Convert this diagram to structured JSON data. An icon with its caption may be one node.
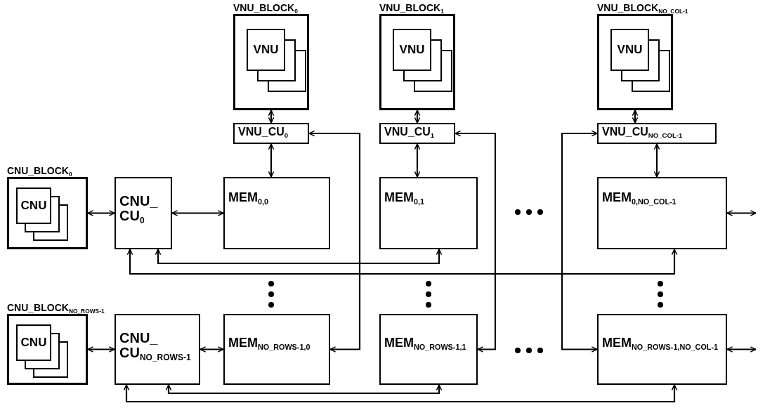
{
  "diagram": {
    "nodes": [
      {
        "text": [
          "VNU_BLOCK$_{0}$"
        ]
      },
      {
        "text": [
          "VNU"
        ],
        "in": 0
      },
      {
        "text": [
          "VNU_BLOCK$_{1}$"
        ]
      },
      {
        "text": [
          "VNU"
        ],
        "in": 2
      },
      {
        "text": [
          "VNU_BLOCK$_{NO_COL-1}$"
        ]
      },
      {
        "text": [
          "VNU"
        ],
        "in": 4
      },
      {
        "text": [
          "VNU_CU$_{0}$"
        ]
      },
      {
        "text": [
          "VNU_CU$_{1}$"
        ]
      },
      {
        "text": [
          "VNU_CU$_{NO_COL-1}$"
        ]
      },
      {
        "text": [
          "CNU_BLOCK$_{0}$"
        ]
      },
      {
        "text": [
          "CNU"
        ],
        "in": 9
      },
      {
        "text": [
          "CNU_ CU$_{0}$"
        ]
      },
      {
        "text": [
          "MEM$_{0,0}$"
        ]
      },
      {
        "text": [
          "MEM$_{0,1}$"
        ]
      },
      {
        "text": [
          "MEM$_{0,NO_COL-1}$"
        ]
      },
      {
        "text": [
          "CNU_BLOCK$_{NO_ROWS-1}$"
        ]
      },
      {
        "text": [
          "CNU"
        ],
        "in": 15
      },
      {
        "text": [
          "CNU_ CU$_{NO_ROWS-1}$"
        ]
      },
      {
        "text": [
          "MEM$_{NO_ROWS-1,0}$"
        ]
      },
      {
        "text": [
          "MEM$_{NO_ROWS-1,1}$"
        ]
      },
      {
        "text": [
          "MEM$_{NO_ROWS-1,NO_COL-1}$"
        ]
      }
    ],
    "edges": [
      {
        "from": 0,
        "to": 6,
        "arrow": "both"
      },
      {
        "from": 2,
        "to": 7,
        "arrow": "both"
      },
      {
        "from": 4,
        "to": 8,
        "arrow": "both"
      },
      {
        "from": 9,
        "to": 11,
        "arrow": "both"
      },
      {
        "from": 6,
        "to": 12,
        "arrow": "both"
      },
      {
        "from": 7,
        "to": 13,
        "arrow": "both"
      },
      {
        "from": 8,
        "to": 14,
        "arrow": "both"
      },
      {
        "from": 11,
        "to": 12,
        "arrow": "both"
      },
      {
        "from": 11,
        "to": 13,
        "arrow": "both"
      },
      {
        "from": 11,
        "to": 14,
        "arrow": "both"
      },
      {
        "from": 14,
        "to": null,
        "arrow": "both"
      },
      {
        "from": 15,
        "to": 17,
        "arrow": "both"
      },
      {
        "from": 6,
        "to": 18,
        "arrow": "both"
      },
      {
        "from": 7,
        "to": 19,
        "arrow": "both"
      },
      {
        "from": 8,
        "to": 20,
        "arrow": "both"
      },
      {
        "from": 17,
        "to": 18,
        "arrow": "both"
      },
      {
        "from": 17,
        "to": 19,
        "arrow": "both"
      },
      {
        "from": 17,
        "to": 20,
        "arrow": "both"
      },
      {
        "from": 20,
        "to": null,
        "arrow": "both"
      }
    ]
  }
}
